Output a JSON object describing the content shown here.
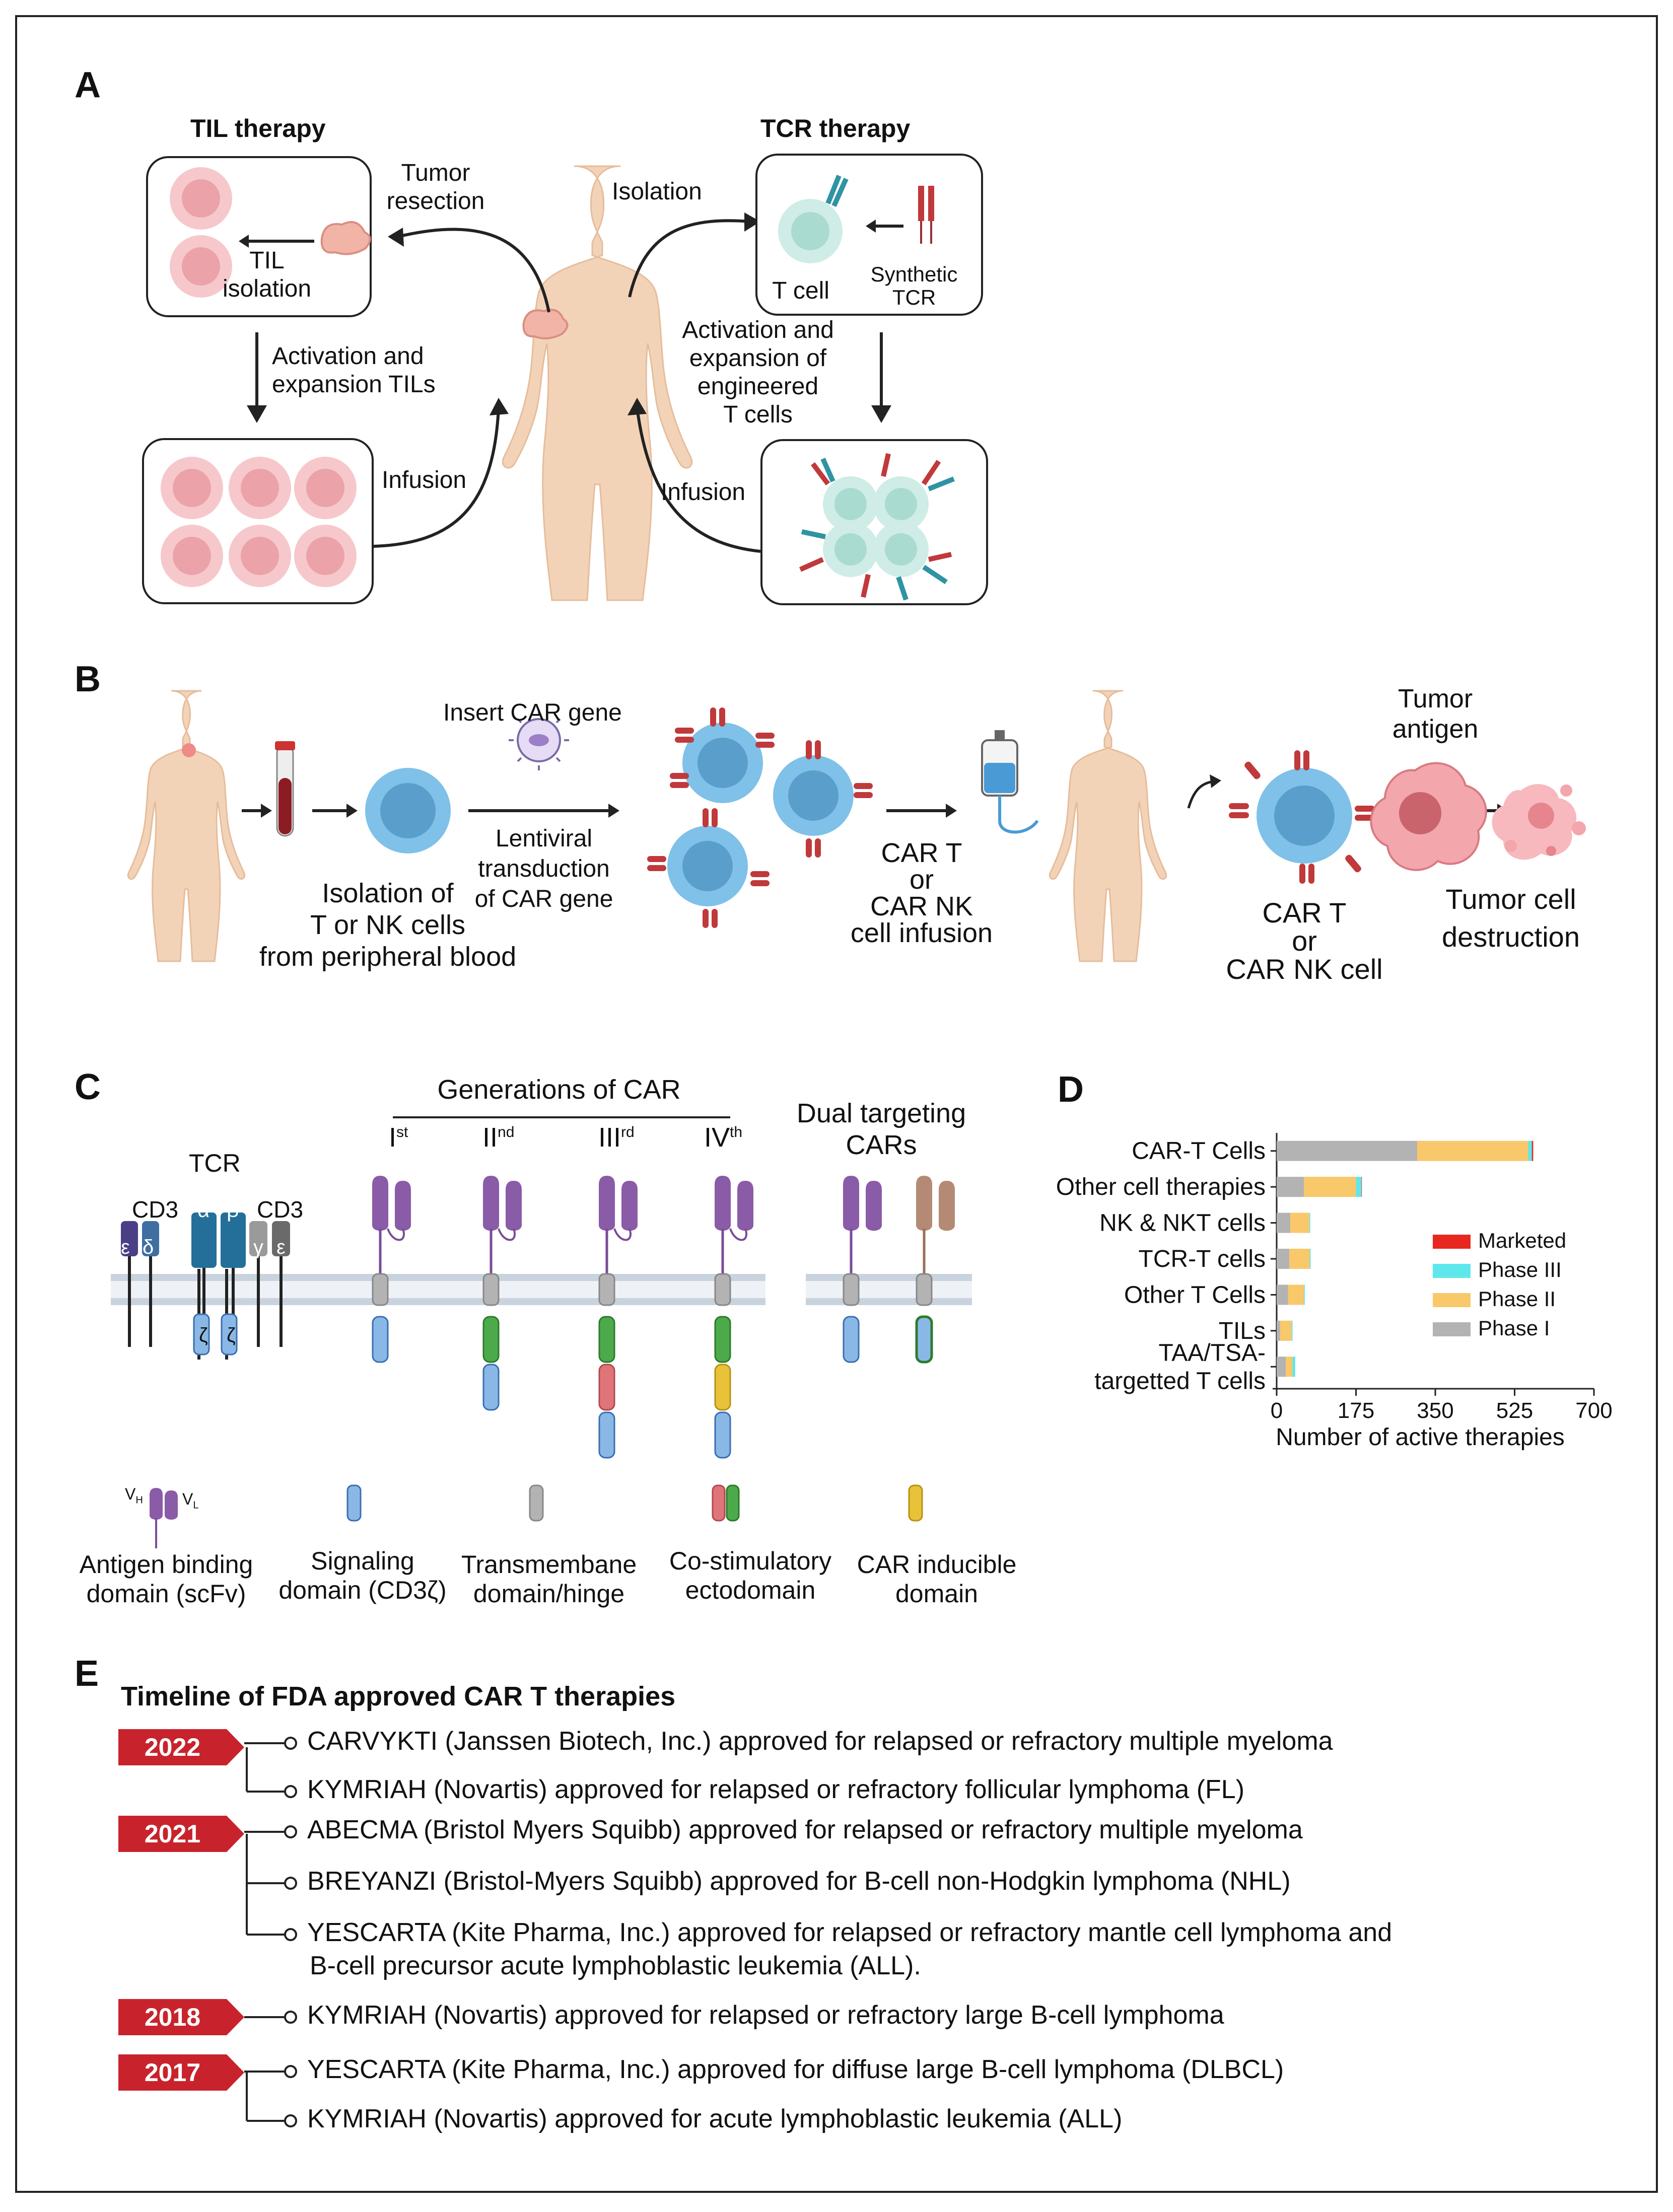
{
  "panels": {
    "a": "A",
    "b": "B",
    "c": "C",
    "d": "D",
    "e": "E"
  },
  "panel_a": {
    "til_title": "TIL therapy",
    "tcr_title": "TCR therapy",
    "tumor_resection_1": "Tumor",
    "tumor_resection_2": "resection",
    "til_isolation_1": "TIL",
    "til_isolation_2": "isolation",
    "activation_til_1": "Activation and",
    "activation_til_2": "expansion TILs",
    "infusion_left": "Infusion",
    "isolation": "Isolation",
    "t_cell": "T cell",
    "synthetic_tcr_1": "Synthetic",
    "synthetic_tcr_2": "TCR",
    "activation_tcr_1": "Activation and",
    "activation_tcr_2": "expansion of",
    "activation_tcr_3": "engineered",
    "activation_tcr_4": "T cells",
    "infusion_right": "Infusion"
  },
  "panel_b": {
    "insert_car_gene": "Insert CAR gene",
    "lentiviral_1": "Lentiviral",
    "lentiviral_2": "transduction",
    "lentiviral_3": "of CAR gene",
    "isolation_1": "Isolation of",
    "isolation_2": "T or NK cells",
    "isolation_3": "from peripheral blood",
    "infusion_1": "CAR T",
    "infusion_2": "or",
    "infusion_3": "CAR NK",
    "infusion_4": "cell infusion",
    "tumor_antigen_1": "Tumor",
    "tumor_antigen_2": "antigen",
    "car_cell_1": "CAR T",
    "car_cell_2": "or",
    "car_cell_3": "CAR NK cell",
    "destruction_1": "Tumor cell",
    "destruction_2": "destruction"
  },
  "panel_c": {
    "generations_title": "Generations of CAR",
    "gen_1": "I",
    "gen_1_sup": "st",
    "gen_2": "II",
    "gen_2_sup": "nd",
    "gen_3": "III",
    "gen_3_sup": "rd",
    "gen_4": "IV",
    "gen_4_sup": "th",
    "dual_1": "Dual targeting",
    "dual_2": "CARs",
    "tcr": "TCR",
    "cd3_left": "CD3",
    "cd3_right": "CD3",
    "eps": "ε",
    "delta": "δ",
    "alpha": "α",
    "beta": "β",
    "gamma": "γ",
    "zeta": "ζ",
    "vh": "V",
    "vh_sub": "H",
    "vl": "V",
    "vl_sub": "L",
    "legend_antigen_1": "Antigen binding",
    "legend_antigen_2": "domain (scFv)",
    "legend_signal_1": "Signaling",
    "legend_signal_2": "domain (CD3ζ)",
    "legend_tm_1": "Transmembane",
    "legend_tm_2": "domain/hinge",
    "legend_costim_1": "Co-stimulatory",
    "legend_costim_2": "ectodomain",
    "legend_inducible_1": "CAR inducible",
    "legend_inducible_2": "domain"
  },
  "chart_data": {
    "type": "bar",
    "stacked": true,
    "orientation": "horizontal",
    "categories": [
      "CAR-T Cells",
      "Other cell therapies",
      "NK & NKT cells",
      "TCR-T cells",
      "Other T Cells",
      "TILs",
      "TAA/TSA-targetted T cells"
    ],
    "series": [
      {
        "name": "Phase I",
        "color": "#b3b3b3",
        "values": [
          310,
          60,
          30,
          28,
          25,
          8,
          20
        ]
      },
      {
        "name": "Phase II",
        "color": "#f9c86a",
        "values": [
          245,
          115,
          42,
          45,
          35,
          25,
          15
        ]
      },
      {
        "name": "Phase III",
        "color": "#5ee8ec",
        "values": [
          8,
          12,
          2,
          2,
          2,
          2,
          6
        ]
      },
      {
        "name": "Marketed",
        "color": "#e8281e",
        "values": [
          3,
          1,
          0,
          0,
          0,
          0,
          0
        ]
      }
    ],
    "legend_order": [
      "Marketed",
      "Phase III",
      "Phase II",
      "Phase I"
    ],
    "xlabel": "Number of active therapies",
    "xlim": [
      0,
      700
    ],
    "xticks": [
      "0",
      "175",
      "350",
      "525",
      "700"
    ],
    "legend_position": "right"
  },
  "timeline": {
    "title": "Timeline of FDA approved CAR T therapies",
    "accent": "#c8232c",
    "groups": [
      {
        "year": "2022",
        "items": [
          "CARVYKTI (Janssen Biotech, Inc.) approved for relapsed or refractory multiple myeloma",
          "KYMRIAH (Novartis) approved for relapsed or refractory follicular lymphoma (FL)"
        ]
      },
      {
        "year": "2021",
        "items": [
          "ABECMA (Bristol Myers Squibb) approved for relapsed or refractory multiple myeloma",
          "BREYANZI (Bristol-Myers Squibb) approved for B-cell non-Hodgkin lymphoma (NHL)",
          "YESCARTA (Kite Pharma, Inc.) approved for relapsed or refractory mantle cell lymphoma and",
          "B-cell precursor acute lymphoblastic leukemia (ALL)."
        ]
      },
      {
        "year": "2018",
        "items": [
          "KYMRIAH (Novartis) approved for relapsed or refractory large B-cell lymphoma"
        ]
      },
      {
        "year": "2017",
        "items": [
          "YESCARTA (Kite Pharma, Inc.) approved for diffuse large B-cell lymphoma (DLBCL)",
          "KYMRIAH (Novartis) approved for acute lymphoblastic leukemia (ALL)"
        ]
      }
    ]
  }
}
